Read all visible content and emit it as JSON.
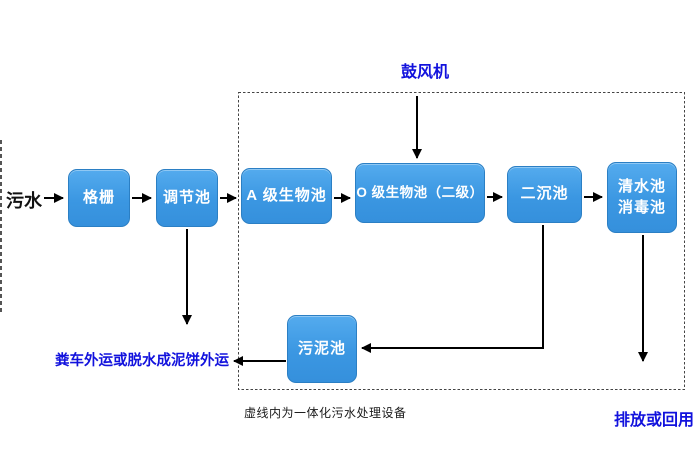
{
  "diagram": {
    "source_label": "污水",
    "blower_label": "鼓风机",
    "nodes": {
      "grid": "格栅",
      "regulating": "调节池",
      "a_bio": "A 级生物池",
      "o_bio": "O 级生物池（二级）",
      "secondary_sedimentation": "二沉池",
      "clear_water": "清水池",
      "disinfection": "消毒池",
      "sludge": "污泥池"
    },
    "annotations": {
      "sludge_outbound": "粪车外运或脱水成泥饼外运",
      "boundary_caption": "虚线内为一体化污水处理设备",
      "discharge": "排放或回用"
    },
    "colors": {
      "box_fill": "#3d9de9",
      "box_border": "#2b7fc4",
      "blue_text": "#1212dd",
      "arrow": "#000000",
      "dashed_boundary": "#444444"
    }
  }
}
